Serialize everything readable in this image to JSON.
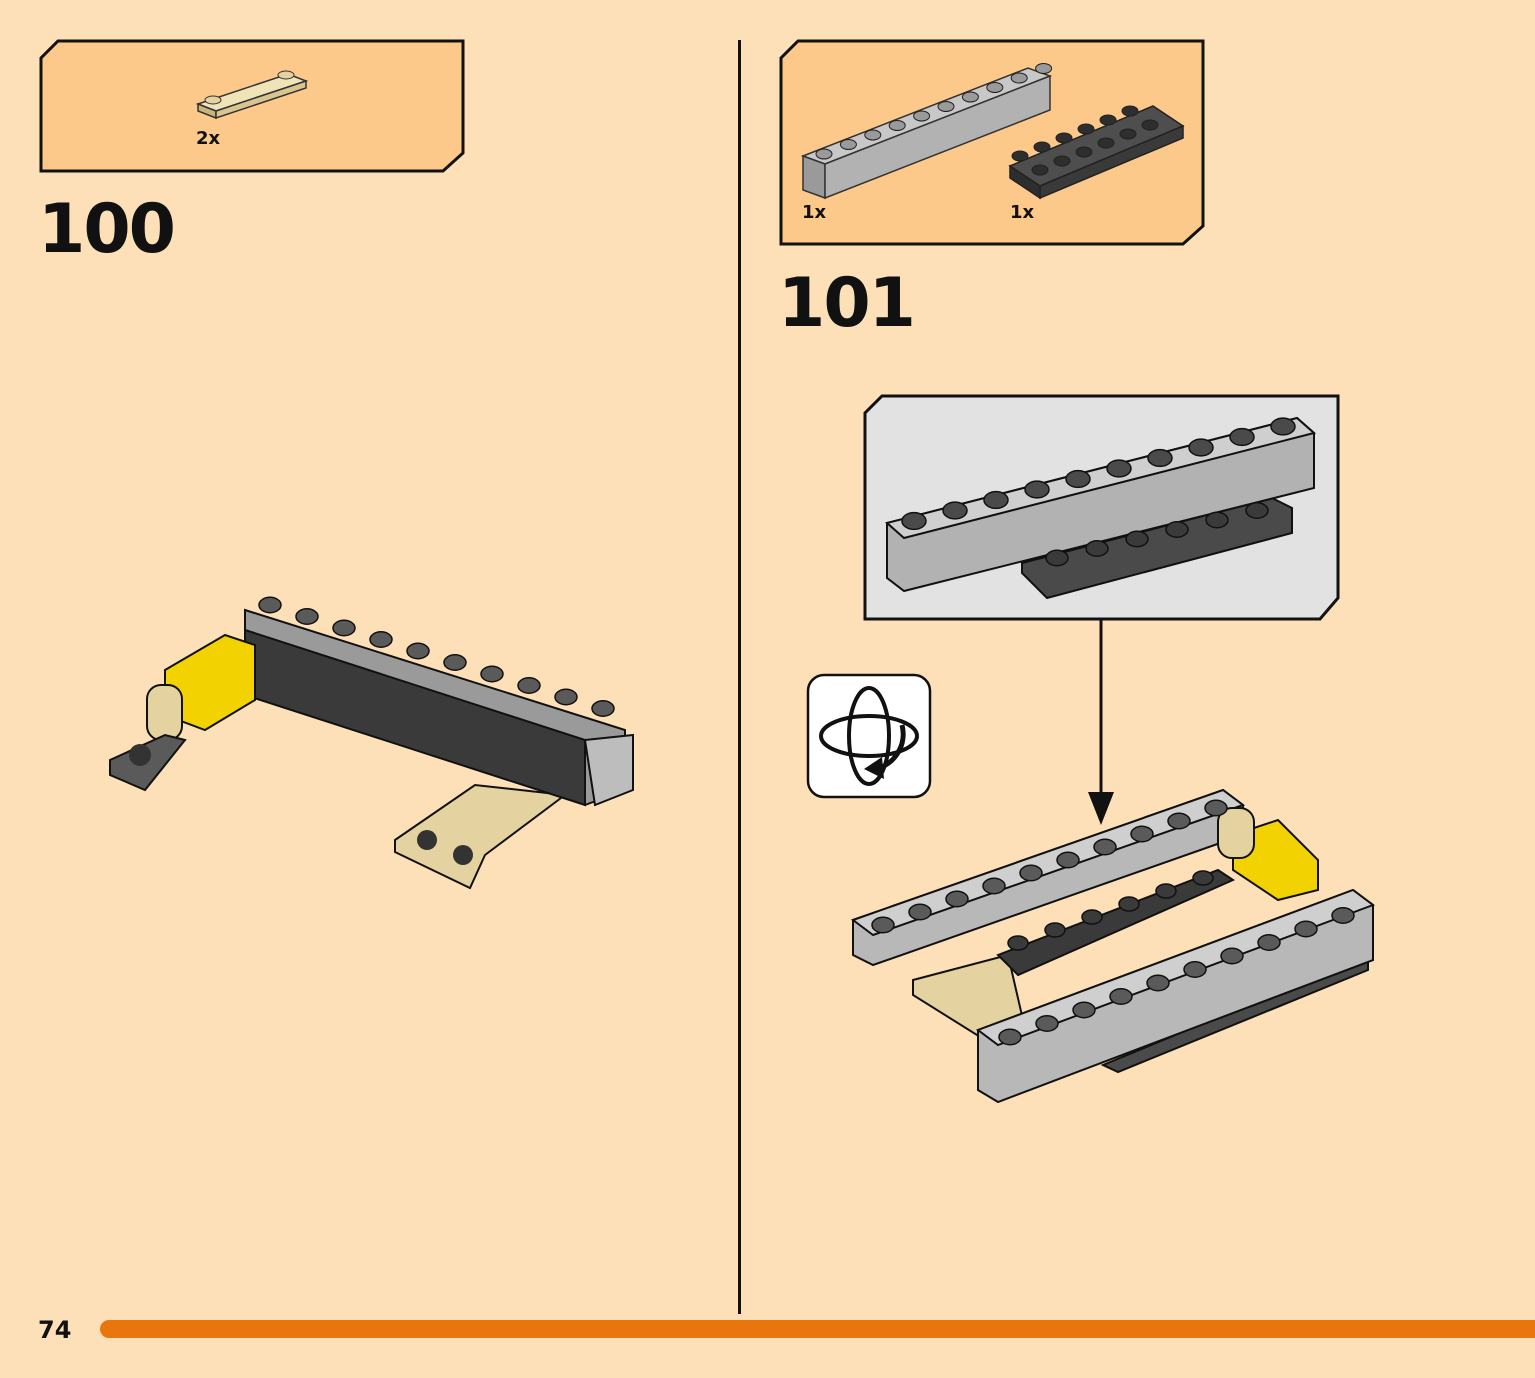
{
  "page": {
    "number": "74",
    "progress_color": "#e8760c",
    "background": "#fde0b8"
  },
  "steps": [
    {
      "number": "100",
      "parts": [
        {
          "name": "tan 1x4 plate with 2 studs",
          "qty": "2x",
          "color": "#e4d3a0"
        }
      ]
    },
    {
      "number": "101",
      "parts": [
        {
          "name": "light gray 1x10 brick",
          "qty": "1x",
          "color": "#a8a8a8"
        },
        {
          "name": "dark gray 2x6 plate",
          "qty": "1x",
          "color": "#5a5a5a"
        }
      ]
    }
  ],
  "icons": {
    "rotate": "rotate-model-icon",
    "arrow": "down-arrow-icon"
  }
}
